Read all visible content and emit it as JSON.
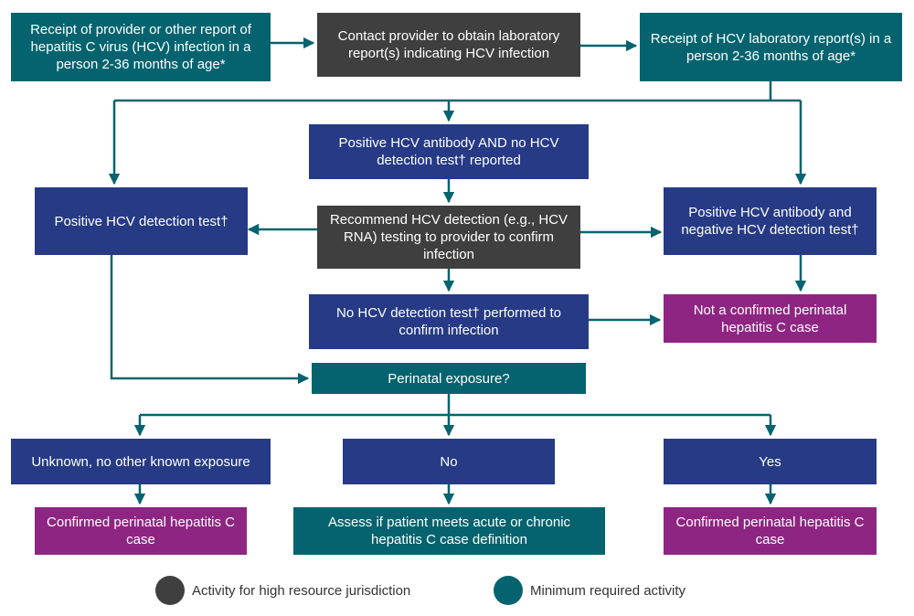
{
  "nodes": {
    "receipt_provider": "Receipt of provider or other report of hepatitis C virus (HCV) infection in a person 2-36 months of age*",
    "contact_provider": "Contact provider to obtain laboratory report(s) indicating HCV infection",
    "receipt_lab": "Receipt of HCV laboratory report(s) in a person 2-36 months of age*",
    "pos_antibody_no_detect": "Positive HCV antibody AND no HCV detection test† reported",
    "pos_detection": "Positive HCV detection test†",
    "recommend_detection": "Recommend HCV detection (e.g., HCV RNA) testing to provider to confirm infection",
    "pos_antibody_neg_detect": "Positive HCV antibody and negative HCV detection test†",
    "no_detection_performed": "No HCV detection test† performed to confirm infection",
    "not_confirmed": "Not a confirmed perinatal hepatitis C case",
    "perinatal_exposure": "Perinatal exposure?",
    "unknown_exposure": "Unknown, no other known exposure",
    "no": "No",
    "yes": "Yes",
    "confirmed_left": "Confirmed perinatal hepatitis C case",
    "assess_acute_chronic": "Assess if patient meets acute or chronic hepatitis C case definition",
    "confirmed_right": "Confirmed perinatal hepatitis C case"
  },
  "legend": {
    "high_resource": "Activity for high resource jurisdiction",
    "minimum_required": "Minimum required activity"
  },
  "colors": {
    "teal": "#04636e",
    "gray": "#3f3f3f",
    "navy": "#263a85",
    "purple": "#8e2582",
    "line": "#04636e"
  }
}
